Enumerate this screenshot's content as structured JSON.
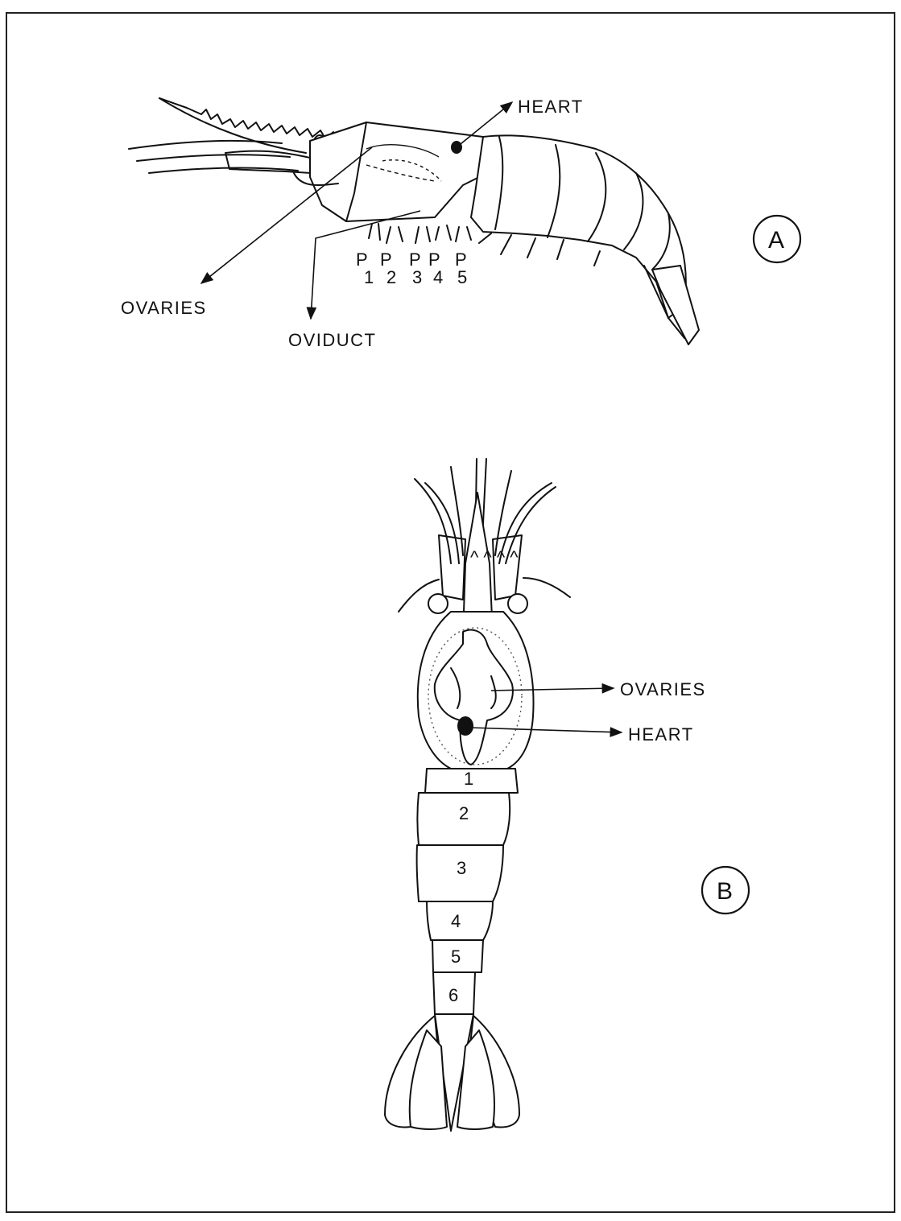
{
  "figure_a": {
    "letter": "A",
    "labels": {
      "heart": "HEART",
      "ovaries": "OVARIES",
      "oviduct": "OVIDUCT"
    },
    "pereiopods": [
      {
        "top": "P",
        "bottom": "1"
      },
      {
        "top": "P",
        "bottom": "2"
      },
      {
        "top": "P",
        "bottom": "3"
      },
      {
        "top": "P",
        "bottom": "4"
      },
      {
        "top": "P",
        "bottom": "5"
      }
    ]
  },
  "figure_b": {
    "letter": "B",
    "labels": {
      "ovaries": "OVARIES",
      "heart": "HEART"
    },
    "segments": [
      "1",
      "2",
      "3",
      "4",
      "5",
      "6"
    ]
  },
  "colors": {
    "ink": "#111111",
    "background": "#ffffff"
  }
}
